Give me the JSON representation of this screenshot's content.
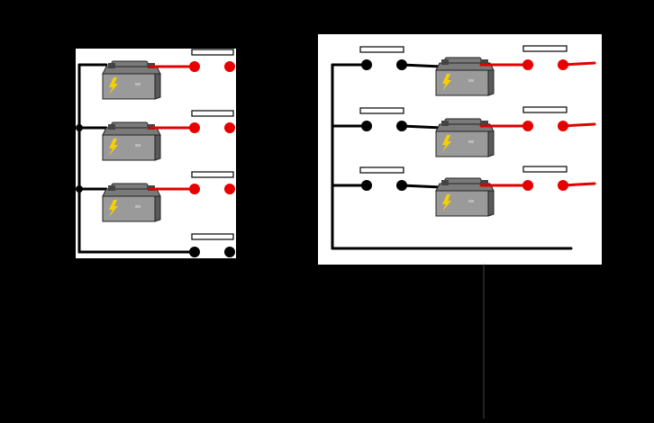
{
  "colors": {
    "background": "#000000",
    "panel": "#ffffff",
    "wire_negative": "#000000",
    "wire_positive": "#e00000",
    "terminal_negative": "#000000",
    "terminal_positive": "#e80000",
    "battery_body": "#9a9a9a",
    "battery_top": "#7a7a7a",
    "battery_shadow": "#5a5a5a",
    "battery_outline": "#222222",
    "bolt": "#f5d000"
  },
  "icons": {
    "battery": "battery-icon",
    "bolt": "lightning-bolt-icon",
    "terminal": "terminal-icon",
    "label_bar": "label-bar-icon"
  },
  "panels": [
    {
      "id": "panel-parallel-common-bus",
      "battery_count": 3,
      "bus_terminal_pair": true
    },
    {
      "id": "panel-parallel-individual-leads",
      "battery_count": 3,
      "bus_terminal_pair": false
    }
  ]
}
